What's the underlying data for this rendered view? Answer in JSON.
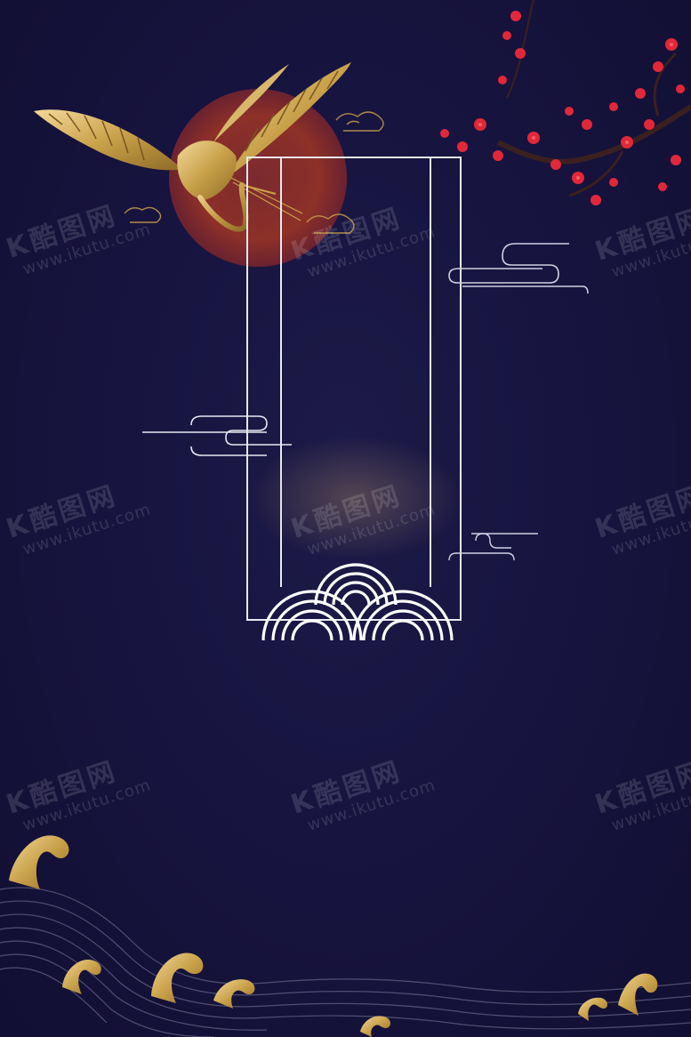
{
  "watermark": {
    "logo_text": "K酷图网",
    "url_text": "www.ikutu.com"
  },
  "colors": {
    "background": "#171440",
    "gold": "#c9a14a",
    "sun": "#8a2f2a",
    "blossom": "#e0283a",
    "line": "#e8e8f2"
  },
  "decorations": [
    "golden-crane",
    "red-sun",
    "plum-blossom-branch",
    "doorway-frame",
    "auspicious-clouds",
    "concentric-arches",
    "golden-waves"
  ]
}
